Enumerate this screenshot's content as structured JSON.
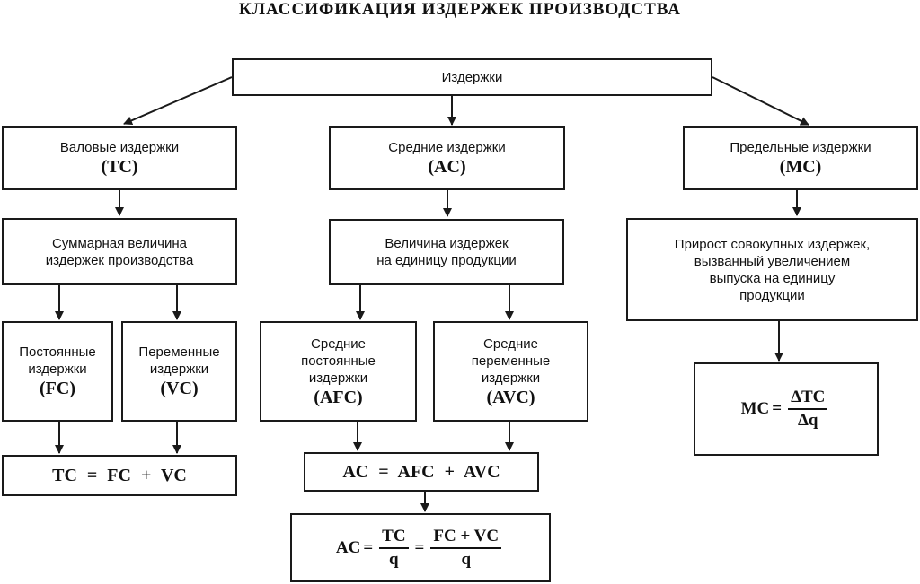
{
  "title": "КЛАССИФИКАЦИЯ  ИЗДЕРЖЕК  ПРОИЗВОДСТВА",
  "root": {
    "label": "Издержки"
  },
  "total": {
    "label": "Валовые издержки",
    "abbr": "(TC)"
  },
  "average": {
    "label": "Средние издержки",
    "abbr": "(AC)"
  },
  "marginal": {
    "label": "Предельные издержки",
    "abbr": "(MC)"
  },
  "total_desc": {
    "line1": "Суммарная величина",
    "line2": "издержек производства"
  },
  "average_desc": {
    "line1": "Величина издержек",
    "line2": "на единицу продукции"
  },
  "marginal_desc": {
    "line1": "Прирост совокупных издержек,",
    "line2": "вызванный увеличением",
    "line3": "выпуска на единицу",
    "line4": "продукции"
  },
  "fixed": {
    "line1": "Постоянные",
    "line2": "издержки",
    "abbr": "(FC)"
  },
  "variable": {
    "line1": "Переменные",
    "line2": "издержки",
    "abbr": "(VC)"
  },
  "afc": {
    "line1": "Средние",
    "line2": "постоянные",
    "line3": "издержки",
    "abbr": "(AFC)"
  },
  "avc": {
    "line1": "Средние",
    "line2": "переменные",
    "line3": "издержки",
    "abbr": "(AVC)"
  },
  "formula_tc": "TC = FC + VC",
  "formula_ac_sum": "AC = AFC + AVC",
  "formula_ac_frac": {
    "lhs": "AC",
    "eq": "=",
    "num1": "TC",
    "den1": "q",
    "eq2": "=",
    "num2": "FC + VC",
    "den2": "q"
  },
  "formula_mc": {
    "lhs": "MC",
    "eq": "=",
    "num": "ΔTC",
    "den": "Δq"
  },
  "colors": {
    "line": "#1a1a1a",
    "background": "#ffffff"
  }
}
